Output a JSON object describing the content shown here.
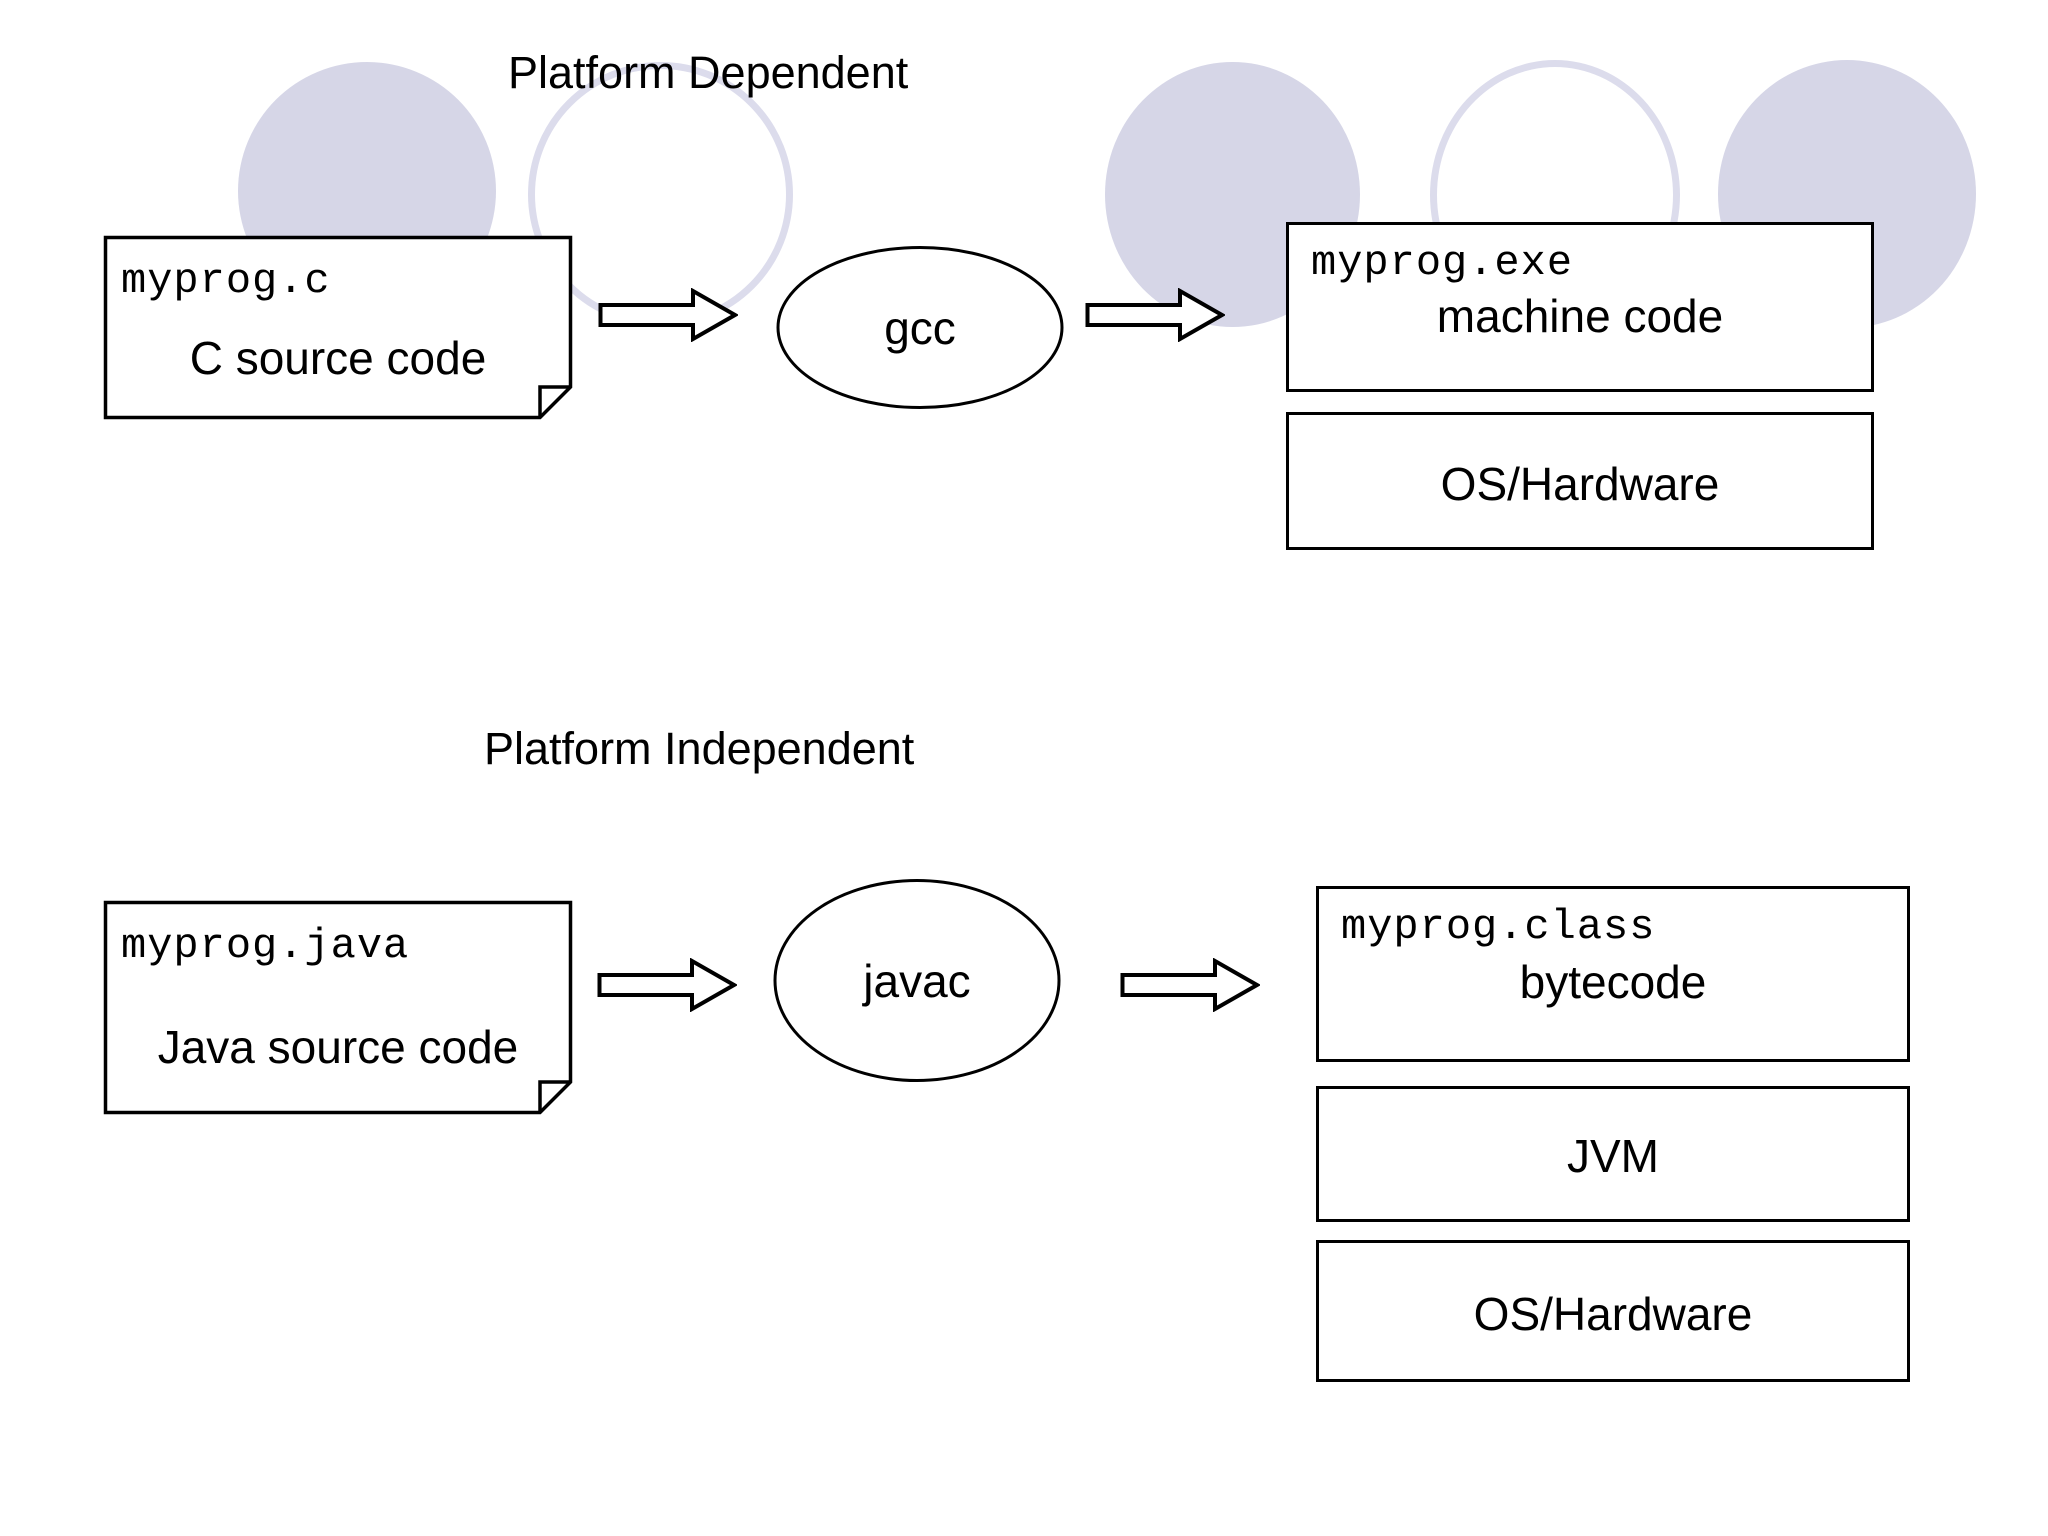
{
  "page": {
    "background_color": "#ffffff",
    "decor_fill_color": "#d6d6e7",
    "decor_outline_color": "#dcdcec",
    "stroke_color": "#000000"
  },
  "sections": [
    {
      "id": "platform-dependent",
      "title": "Platform Dependent",
      "source_document": {
        "filename": "myprog.c",
        "description": "C source code"
      },
      "compiler": {
        "label": "gcc"
      },
      "arrows": [
        {
          "name": "arrow-source-to-gcc"
        },
        {
          "name": "arrow-gcc-to-exe"
        }
      ],
      "stack": [
        {
          "filename": "myprog.exe",
          "label": "machine code"
        },
        {
          "filename": "",
          "label": "OS/Hardware"
        }
      ]
    },
    {
      "id": "platform-independent",
      "title": "Platform Independent",
      "source_document": {
        "filename": "myprog.java",
        "description": "Java source code"
      },
      "compiler": {
        "label": "javac"
      },
      "arrows": [
        {
          "name": "arrow-source-to-javac"
        },
        {
          "name": "arrow-javac-to-class"
        }
      ],
      "stack": [
        {
          "filename": "myprog.class",
          "label": "bytecode"
        },
        {
          "filename": "",
          "label": "JVM"
        },
        {
          "filename": "",
          "label": "OS/Hardware"
        }
      ]
    }
  ],
  "chart_data": {
    "type": "diagram",
    "title": "Compilation pipelines: platform dependent vs platform independent",
    "flows": [
      {
        "name": "Platform Dependent",
        "steps": [
          "myprog.c / C source code",
          "gcc",
          "myprog.exe / machine code",
          "OS/Hardware"
        ]
      },
      {
        "name": "Platform Independent",
        "steps": [
          "myprog.java / Java source code",
          "javac",
          "myprog.class / bytecode",
          "JVM",
          "OS/Hardware"
        ]
      }
    ]
  }
}
